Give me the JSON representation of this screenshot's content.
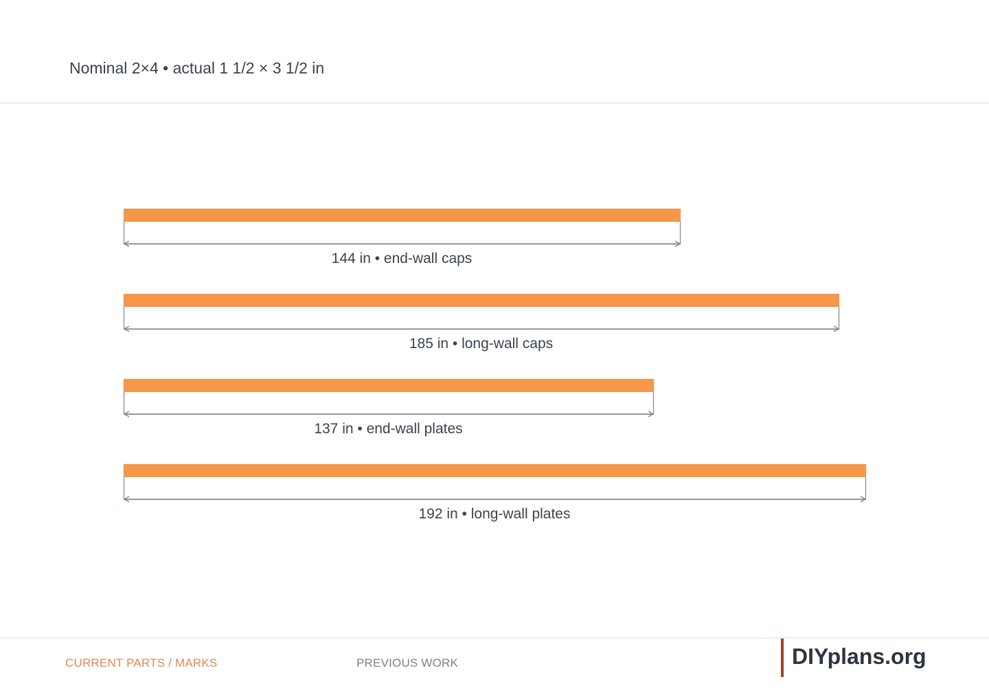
{
  "header": {
    "title": "Nominal 2×4 • actual 1 1/2 × 3 1/2 in"
  },
  "colors": {
    "board": "#f5964b",
    "dimension_line": "#7d8593",
    "label": "#3b4250",
    "nav_current": "#d9895a",
    "nav_previous": "#7c8088",
    "brand_bar": "#a0402a"
  },
  "cut_list": {
    "pieces": [
      {
        "length_in": 144,
        "label": "144 in • end-wall caps"
      },
      {
        "length_in": 185,
        "label": "185 in • long-wall caps"
      },
      {
        "length_in": 137,
        "label": "137 in • end-wall plates"
      },
      {
        "length_in": 192,
        "label": "192 in • long-wall plates"
      }
    ]
  },
  "footer": {
    "nav_current": "CURRENT PARTS / MARKS",
    "nav_previous": "PREVIOUS WORK",
    "brand": "DIYplans.org"
  }
}
